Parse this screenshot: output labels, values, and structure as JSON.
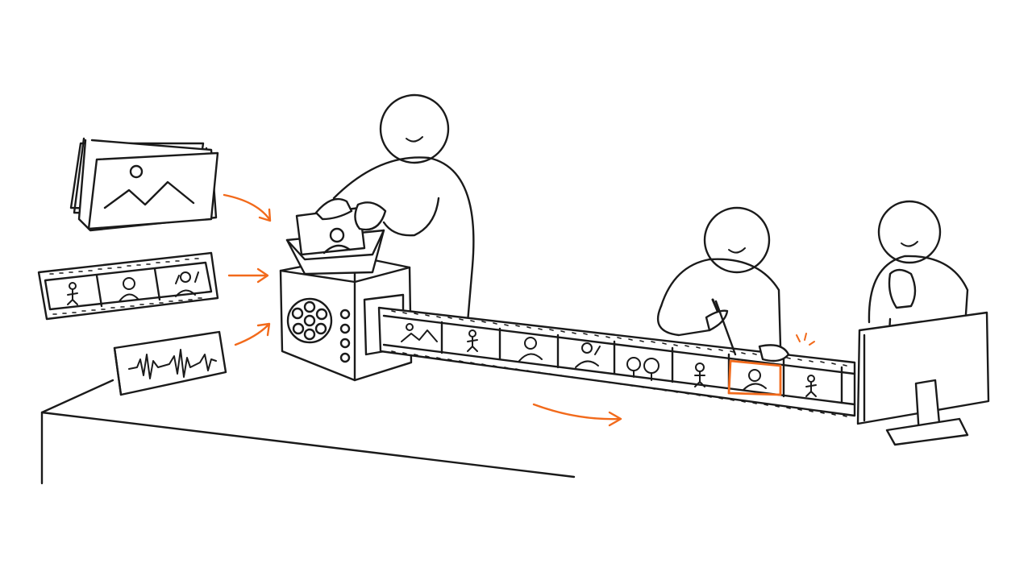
{
  "scene": {
    "ink_color": "#1a1a1a",
    "accent_color": "#f26a1b",
    "background_color": "#ffffff",
    "inputs": [
      "photo-stack-icon",
      "film-strip-icon",
      "audio-waveform-icon"
    ],
    "machine_icons": [
      "film-reel-icon",
      "hopper-icon",
      "control-knob-icon"
    ],
    "film_frames": [
      "mountain-landscape-icon",
      "walking-figure-icon",
      "person-bust-icon",
      "waving-figure-icon",
      "trees-icon",
      "standing-figure-icon",
      "person-bust-icon",
      "walking-figure-icon"
    ],
    "highlighted_frame_index": 6,
    "people": [
      "operator-figure",
      "editor-figure",
      "viewer-figure"
    ],
    "output_device": "monitor-icon"
  }
}
